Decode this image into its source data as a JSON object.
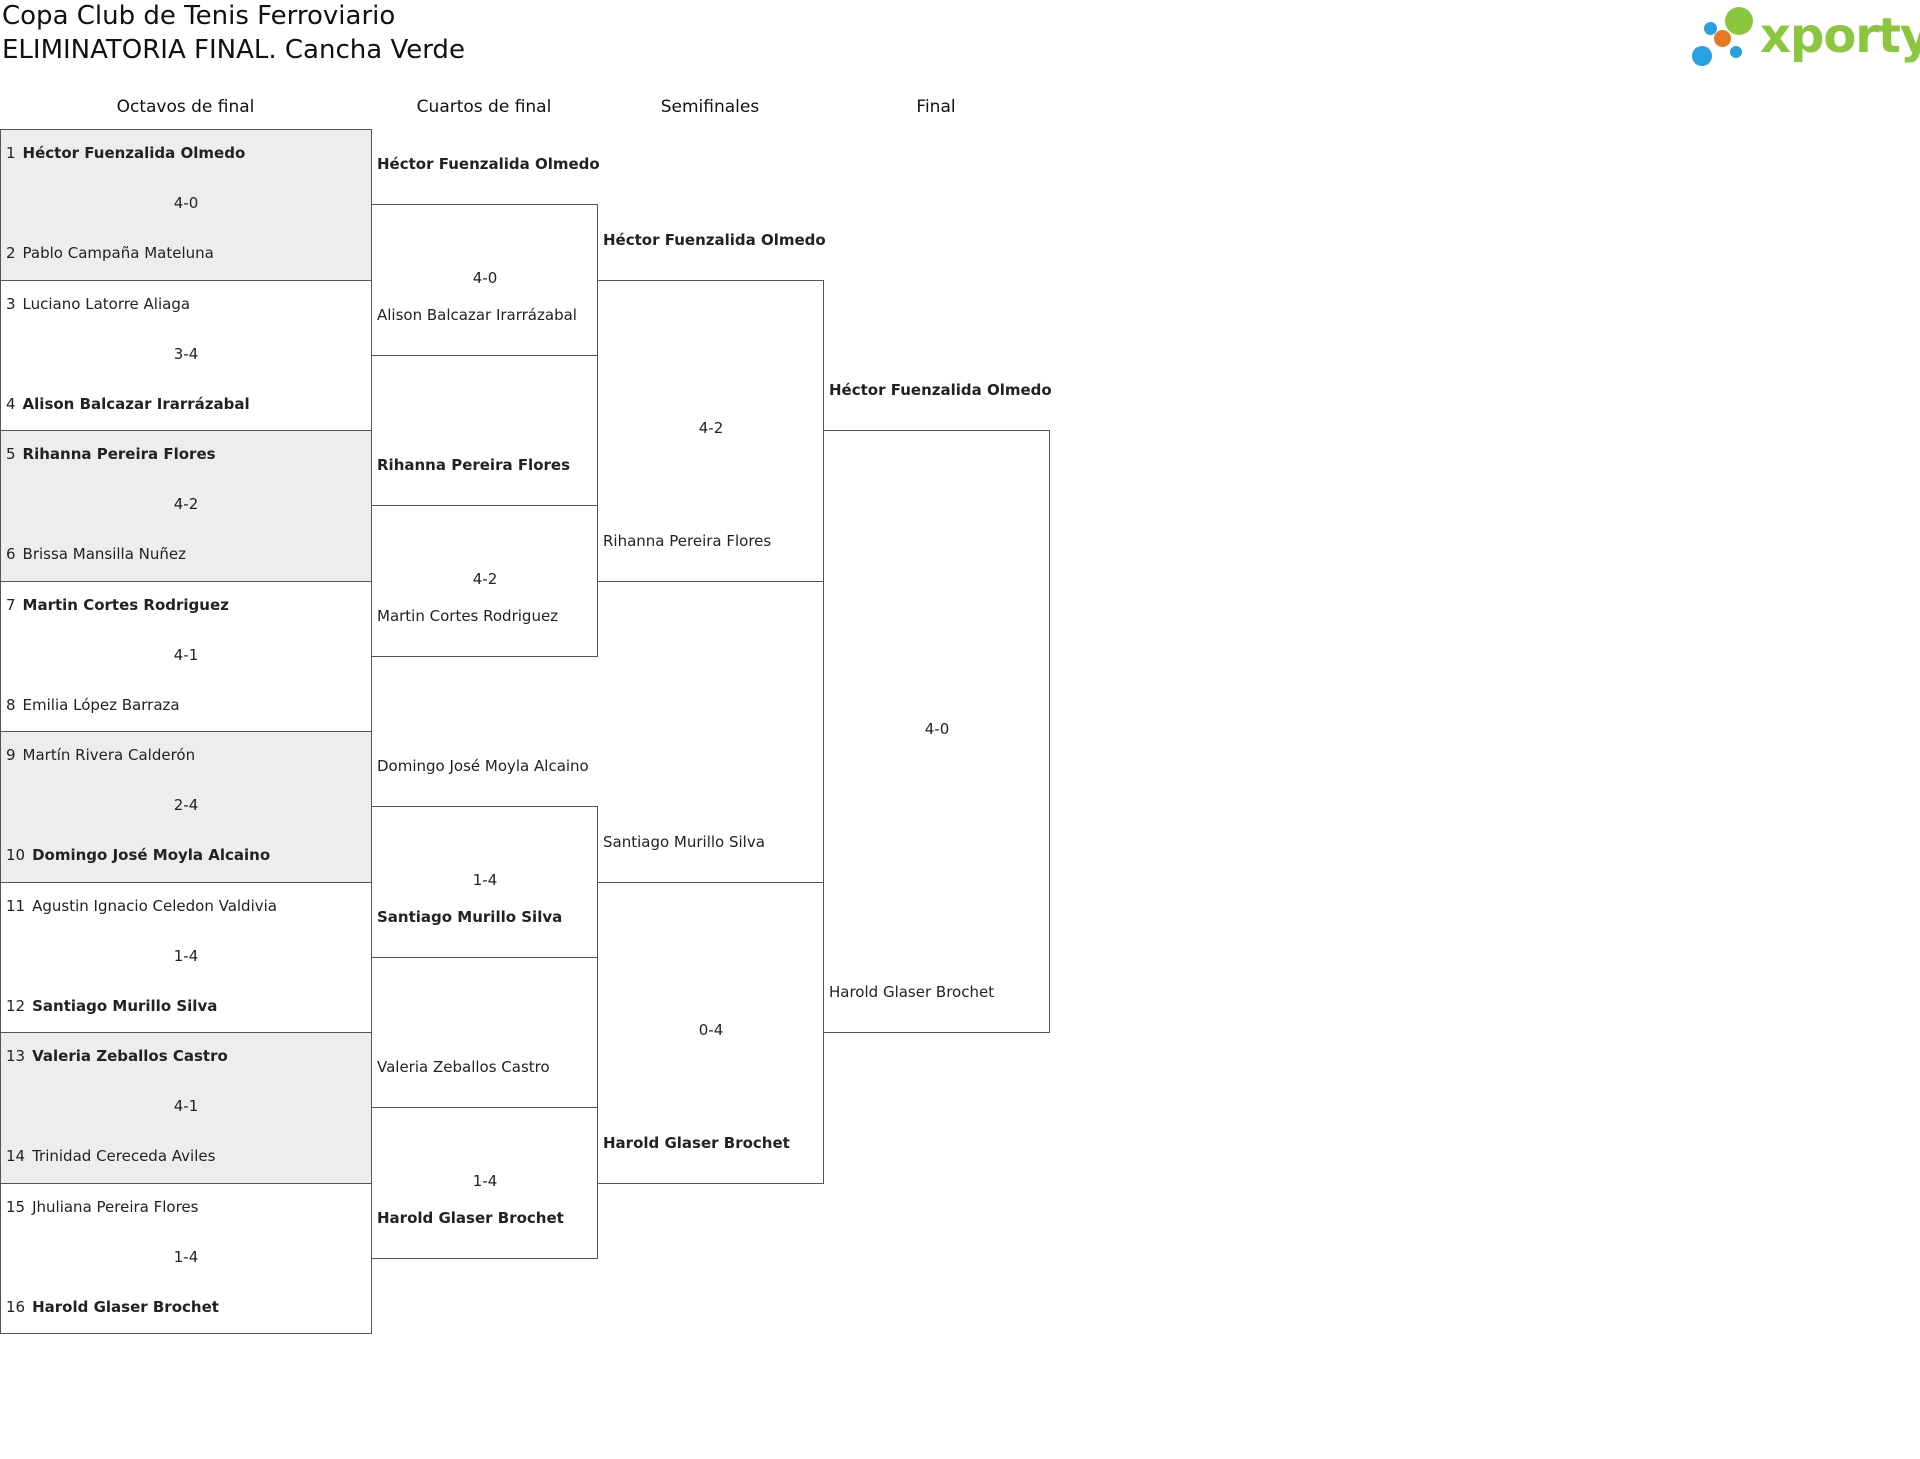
{
  "header": {
    "title": "Copa Club de Tenis Ferroviario",
    "subtitle": "ELIMINATORIA FINAL. Cancha Verde"
  },
  "logo": {
    "text": "xporty",
    "colors": {
      "green": "#8cc63f",
      "blue": "#2aa0e0",
      "orange": "#e87722"
    }
  },
  "rounds": [
    "Octavos de final",
    "Cuartos de final",
    "Semifinales",
    "Final"
  ],
  "octavos": [
    {
      "p1": {
        "seed": "1",
        "name": "Héctor Fuenzalida Olmedo",
        "win": true
      },
      "score": "4-0",
      "p2": {
        "seed": "2",
        "name": "Pablo Campaña Mateluna",
        "win": false
      }
    },
    {
      "p1": {
        "seed": "3",
        "name": "Luciano Latorre Aliaga",
        "win": false
      },
      "score": "3-4",
      "p2": {
        "seed": "4",
        "name": "Alison Balcazar Irarrázabal",
        "win": true
      }
    },
    {
      "p1": {
        "seed": "5",
        "name": "Rihanna Pereira Flores",
        "win": true
      },
      "score": "4-2",
      "p2": {
        "seed": "6",
        "name": "Brissa Mansilla Nuñez",
        "win": false
      }
    },
    {
      "p1": {
        "seed": "7",
        "name": "Martin Cortes Rodriguez",
        "win": true
      },
      "score": "4-1",
      "p2": {
        "seed": "8",
        "name": "Emilia López Barraza",
        "win": false
      }
    },
    {
      "p1": {
        "seed": "9",
        "name": "Martín Rivera Calderón",
        "win": false
      },
      "score": "2-4",
      "p2": {
        "seed": "10",
        "name": "Domingo José Moyla Alcaino",
        "win": true
      }
    },
    {
      "p1": {
        "seed": "11",
        "name": "Agustin Ignacio Celedon Valdivia",
        "win": false
      },
      "score": "1-4",
      "p2": {
        "seed": "12",
        "name": "Santiago Murillo Silva",
        "win": true
      }
    },
    {
      "p1": {
        "seed": "13",
        "name": "Valeria Zeballos Castro",
        "win": true
      },
      "score": "4-1",
      "p2": {
        "seed": "14",
        "name": "Trinidad Cereceda Aviles",
        "win": false
      }
    },
    {
      "p1": {
        "seed": "15",
        "name": "Jhuliana Pereira Flores",
        "win": false
      },
      "score": "1-4",
      "p2": {
        "seed": "16",
        "name": "Harold Glaser Brochet",
        "win": true
      }
    }
  ],
  "cuartos": [
    {
      "p1": {
        "name": "Héctor Fuenzalida Olmedo",
        "win": true
      },
      "score": "4-0",
      "p2": {
        "name": "Alison Balcazar Irarrázabal",
        "win": false
      }
    },
    {
      "p1": {
        "name": "Rihanna Pereira Flores",
        "win": true
      },
      "score": "4-2",
      "p2": {
        "name": "Martin Cortes Rodriguez",
        "win": false
      }
    },
    {
      "p1": {
        "name": "Domingo José Moyla Alcaino",
        "win": false
      },
      "score": "1-4",
      "p2": {
        "name": "Santiago Murillo Silva",
        "win": true
      }
    },
    {
      "p1": {
        "name": "Valeria Zeballos Castro",
        "win": false
      },
      "score": "1-4",
      "p2": {
        "name": "Harold Glaser Brochet",
        "win": true
      }
    }
  ],
  "semifinales": [
    {
      "p1": {
        "name": "Héctor Fuenzalida Olmedo",
        "win": true
      },
      "score": "4-2",
      "p2": {
        "name": "Rihanna Pereira Flores",
        "win": false
      }
    },
    {
      "p1": {
        "name": "Santiago Murillo Silva",
        "win": false
      },
      "score": "0-4",
      "p2": {
        "name": "Harold Glaser Brochet",
        "win": true
      }
    }
  ],
  "final": [
    {
      "p1": {
        "name": "Héctor Fuenzalida Olmedo",
        "win": true
      },
      "score": "4-0",
      "p2": {
        "name": "Harold Glaser Brochet",
        "win": false
      }
    }
  ]
}
